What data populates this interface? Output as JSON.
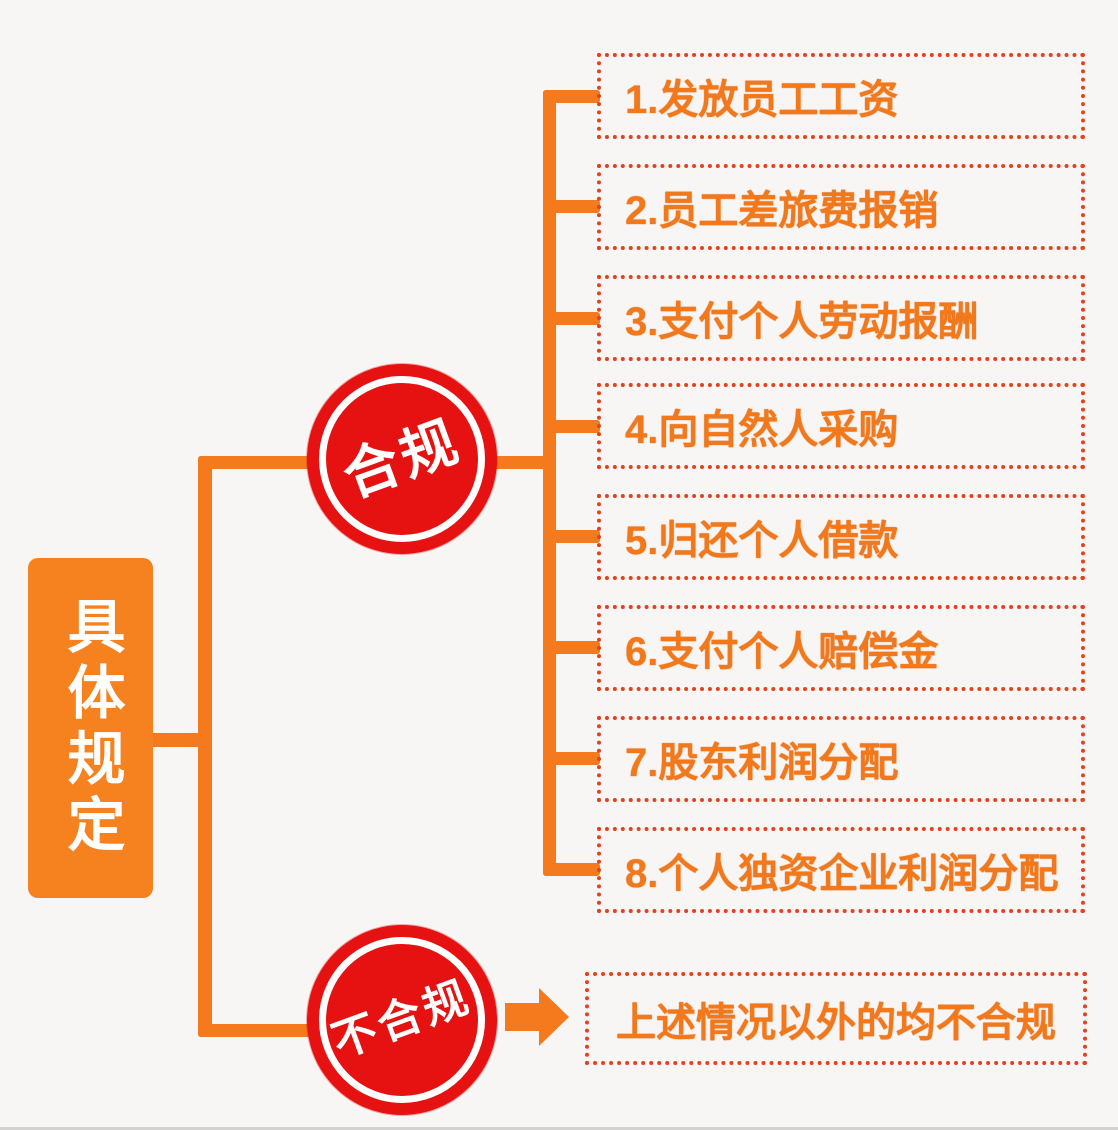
{
  "root_label": "具体规定",
  "compliant": {
    "stamp_label": "合规",
    "items": [
      "1.发放员工工资",
      "2.员工差旅费报销",
      "3.支付个人劳动报酬",
      "4.向自然人采购",
      "5.归还个人借款",
      "6.支付个人赔偿金",
      "7.股东利润分配",
      "8.个人独资企业利润分配"
    ]
  },
  "noncompliant": {
    "stamp_label": "不合规",
    "result_label": "上述情况以外的均不合规"
  },
  "colors": {
    "line_orange": "#f5791d",
    "root_box_orange": "#f5811f",
    "item_text_orange": "#f2791b",
    "dotted_border_red": "#e2431d",
    "stamp_red": "#e51211",
    "background": "#f8f6f5"
  }
}
